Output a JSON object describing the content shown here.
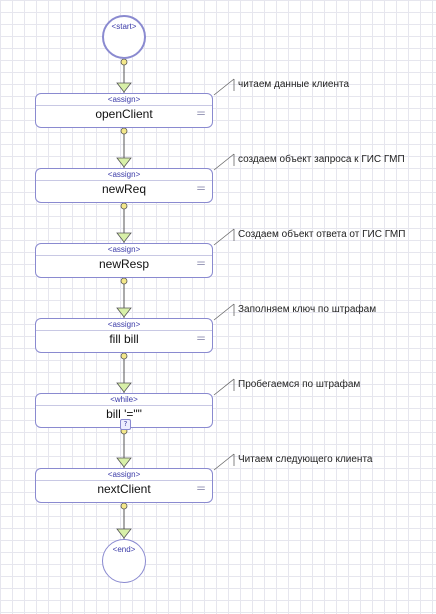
{
  "diagram": {
    "start_label": "<start>",
    "end_label": "<end>",
    "nodes": [
      {
        "kind": "<assign>",
        "name": "openClient",
        "note": "читаем данные клиента"
      },
      {
        "kind": "<assign>",
        "name": "newReq",
        "note": "создаем объект запроса к ГИС ГМП"
      },
      {
        "kind": "<assign>",
        "name": "newResp",
        "note": "Создаем объект ответа от ГИС ГМП"
      },
      {
        "kind": "<assign>",
        "name": "fill bill",
        "note": "Заполняем ключ по штрафам"
      },
      {
        "kind": "<while>",
        "name": "bill '=\"\"",
        "note": "Пробегаемся по штрафам"
      },
      {
        "kind": "<assign>",
        "name": "nextClient",
        "note": "Читаем следующего клиента"
      }
    ],
    "property_icon": "=",
    "loop_icon": "?"
  },
  "colors": {
    "node_border": "#8a8ad0",
    "connector": "#555555",
    "arrow_fill": "#d8f0a8",
    "dot_fill": "#f4e88a"
  }
}
